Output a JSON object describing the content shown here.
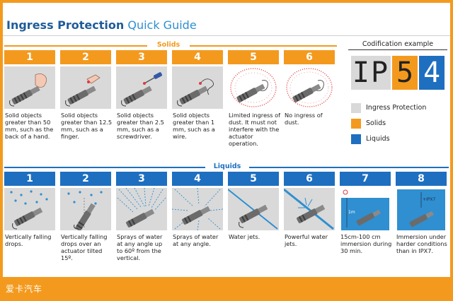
{
  "header": {
    "title_bold": "Ingress Protection",
    "title_light": " Quick Guide"
  },
  "colors": {
    "solids": "#f39a1e",
    "liquids": "#1e6fc0",
    "gray": "#d9d9d9",
    "ink": "#222222",
    "water": "#2f8fd0"
  },
  "solids": {
    "label": "Solids",
    "items": [
      {
        "num": "1",
        "desc": "Solid objects greater than 50 mm, such as the back of a hand."
      },
      {
        "num": "2",
        "desc": "Solid objects greater than 12.5 mm, such as a finger."
      },
      {
        "num": "3",
        "desc": "Solid objects greater than 2.5 mm, such as a screwdriver."
      },
      {
        "num": "4",
        "desc": "Solid objects greater than 1 mm, such as a wire."
      },
      {
        "num": "5",
        "desc": "Limited ingress of dust. It must not interfere with the actuator operation."
      },
      {
        "num": "6",
        "desc": "No ingress of dust."
      }
    ]
  },
  "liquids": {
    "label": "Liquids",
    "items": [
      {
        "num": "1",
        "desc": "Vertically falling drops."
      },
      {
        "num": "2",
        "desc": "Vertically falling drops over an actuator tilted 15º."
      },
      {
        "num": "3",
        "desc": "Sprays of water at any angle up to 60º from the vertical."
      },
      {
        "num": "4",
        "desc": "Sprays of water at any angle."
      },
      {
        "num": "5",
        "desc": "Water jets."
      },
      {
        "num": "6",
        "desc": "Powerful water jets."
      },
      {
        "num": "7",
        "desc": "15cm-100 cm immersion during 30 min.",
        "depth_label": "1m"
      },
      {
        "num": "8",
        "desc": "Immersion under harder conditions than in IPX7.",
        "depth_label": "+IPX7"
      }
    ]
  },
  "codification": {
    "title": "Codification example",
    "chars": [
      "IP",
      "5",
      "4"
    ],
    "legend": [
      {
        "label": "Ingress Protection",
        "color": "#d9d9d9"
      },
      {
        "label": "Solids",
        "color": "#f39a1e"
      },
      {
        "label": "Liquids",
        "color": "#1e6fc0"
      }
    ]
  },
  "watermark": "爱卡汽车"
}
